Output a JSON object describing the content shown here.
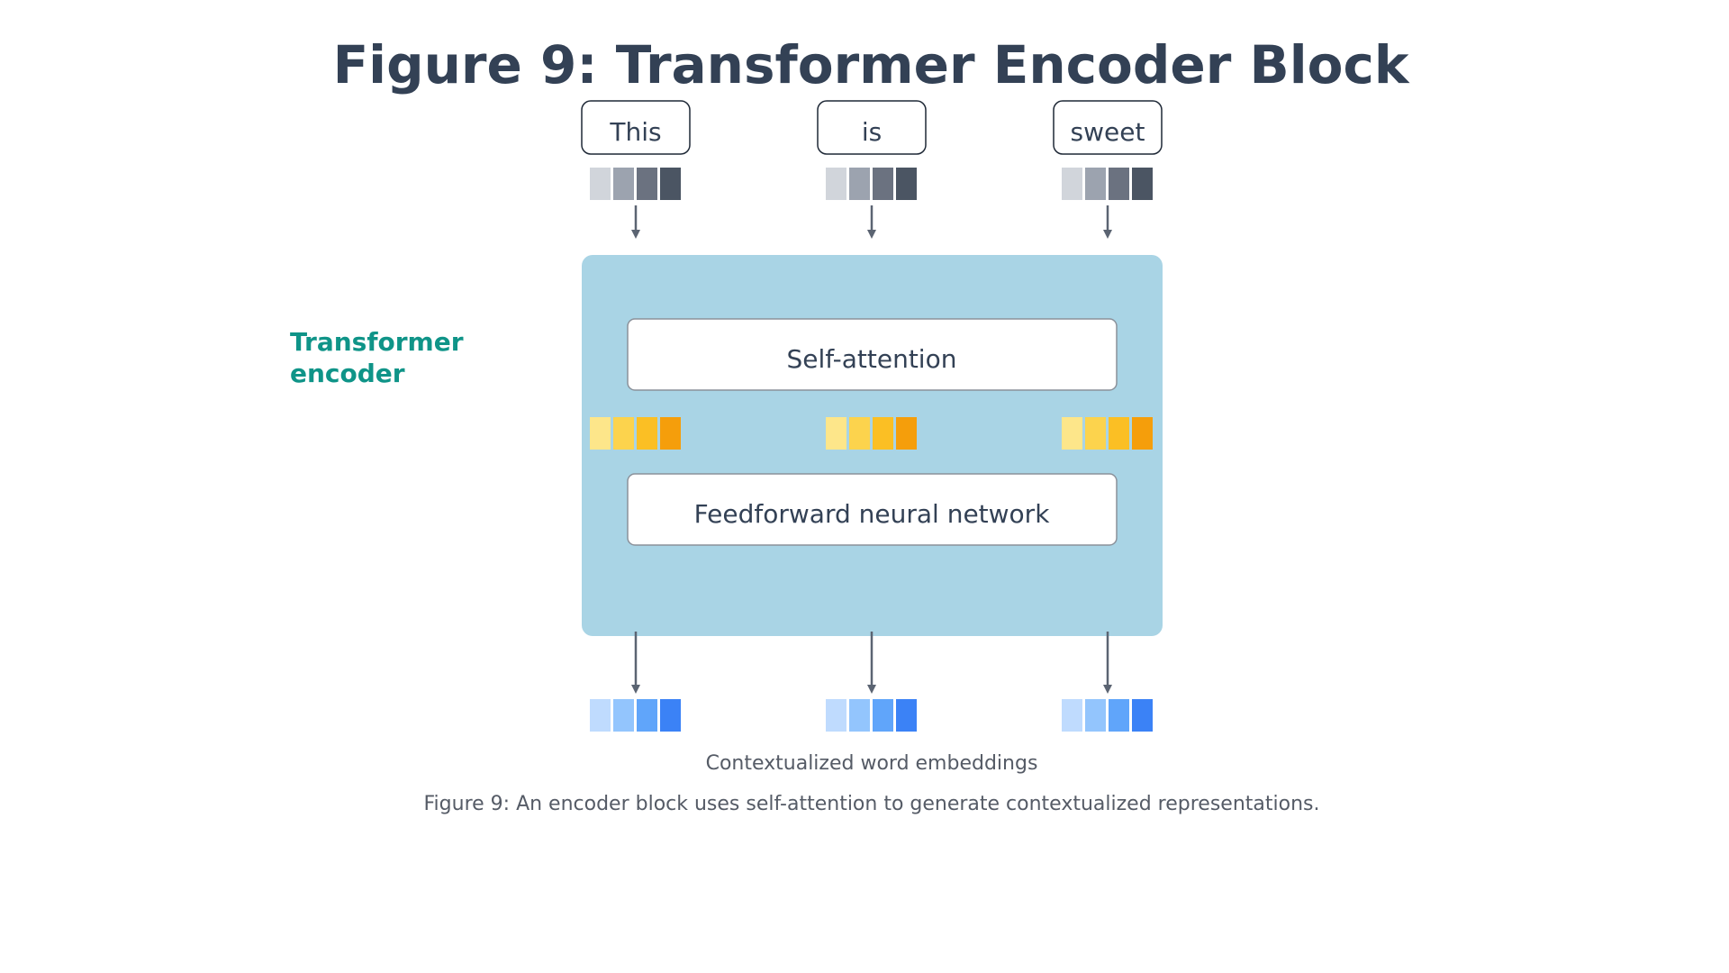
{
  "title": "Figure 9: Transformer Encoder Block",
  "tokens": [
    "This",
    "is",
    "sweet"
  ],
  "encoder": {
    "label_line1": "Transformer",
    "label_line2": "encoder",
    "self_attention_label": "Self-attention",
    "feedforward_label": "Feedforward neural network",
    "background_color": "#a9d4e5"
  },
  "input_embedding_colors": [
    "#d1d5db",
    "#9ca3af",
    "#6b7280",
    "#4b5563"
  ],
  "attention_output_colors": [
    "#fde68a",
    "#fcd34d",
    "#fbbf24",
    "#f59e0b"
  ],
  "contextual_embedding_colors": [
    "#bfdbfe",
    "#93c5fd",
    "#60a5fa",
    "#3b82f6"
  ],
  "output_label": "Contextualized word embeddings",
  "caption": "Figure 9: An encoder block uses self-attention to generate contextualized representations.",
  "colors": {
    "title": "#334155",
    "side_label": "#0f9488",
    "arrow": "#5b6472",
    "caption": "#555b66"
  }
}
